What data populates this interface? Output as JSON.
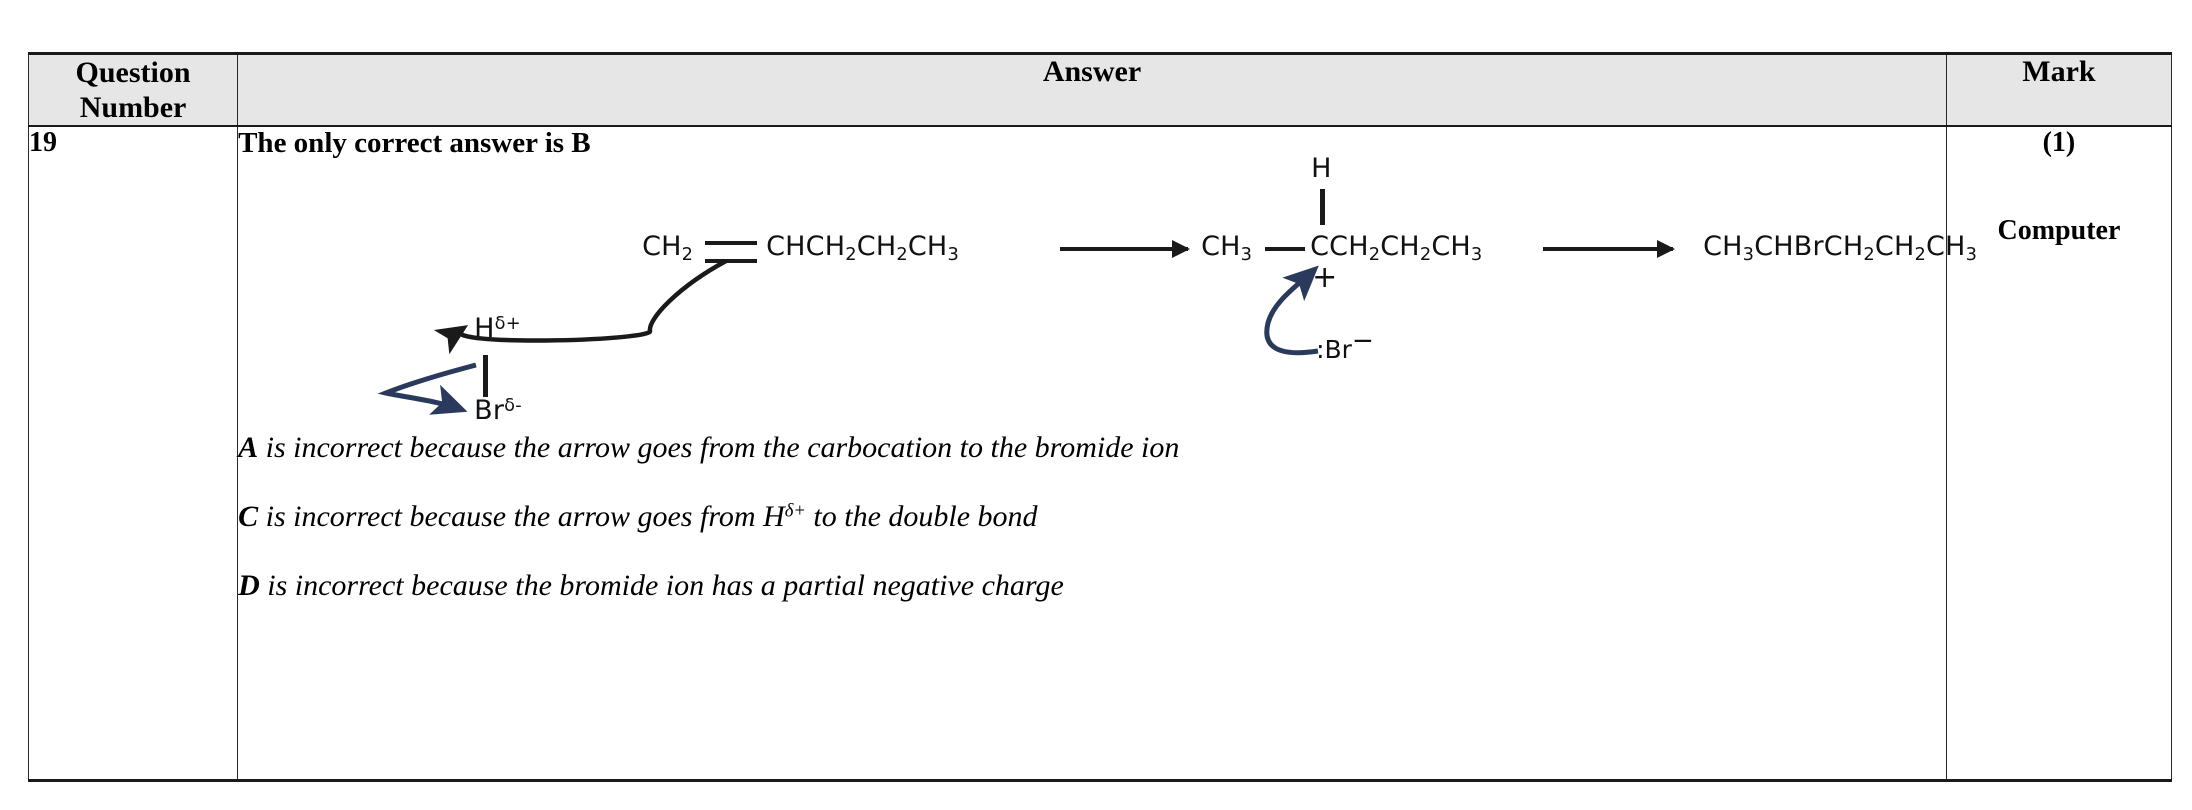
{
  "table": {
    "headers": {
      "question_number": "Question Number",
      "answer": "Answer",
      "mark": "Mark"
    },
    "row": {
      "question_number": "19",
      "answer_lead": "The only correct answer is B",
      "mark_value": "(1)",
      "mark_note": "Computer"
    }
  },
  "scheme": {
    "reactant": {
      "part1": "CH",
      "part1_sub": "2",
      "part2": "CHCH",
      "part2_sub": "2",
      "part3": "CH",
      "part3_sub": "2",
      "part4": "CH",
      "part4_sub": "3",
      "full": "CH2=CHCH2CH2CH3"
    },
    "hbr": {
      "h_label": "H",
      "h_charge": "δ+",
      "br_label": "Br",
      "br_charge": "δ-"
    },
    "intermediate": {
      "methyl": "CH",
      "methyl_sub": "3",
      "chain": "CCH",
      "chain_sub1": "2",
      "chain_b": "CH",
      "chain_sub2": "2",
      "chain_c": "CH",
      "chain_sub3": "3",
      "top_h": "H",
      "charge": "+",
      "full": "CH3-C(+)(H)CH2CH2CH3"
    },
    "bromide": {
      "label": ":Br",
      "charge": "−"
    },
    "product": {
      "a": "CH",
      "a_sub": "3",
      "b": "CHBrCH",
      "b_sub": "2",
      "c": "CH",
      "c_sub": "2",
      "d": "CH",
      "d_sub": "3",
      "full": "CH3CHBrCH2CH2CH3"
    }
  },
  "distractors": [
    {
      "lead": "A",
      "text": " is incorrect because the arrow goes from the carbocation to the bromide ion",
      "has_sup": false
    },
    {
      "lead": "C",
      "text_before": " is incorrect because the arrow goes from H",
      "sup": "δ+",
      "text_after": " to the double bond",
      "has_sup": true
    },
    {
      "lead": "D",
      "text": " is incorrect because the bromide ion has a partial negative charge",
      "has_sup": false
    }
  ],
  "colors": {
    "header_fill": "#e6e6e6",
    "border": "#1a1a1a",
    "ink": "#111111",
    "curly_arrow_blue": "#2a3a5c",
    "curly_arrow_black": "#1a1a1a"
  }
}
